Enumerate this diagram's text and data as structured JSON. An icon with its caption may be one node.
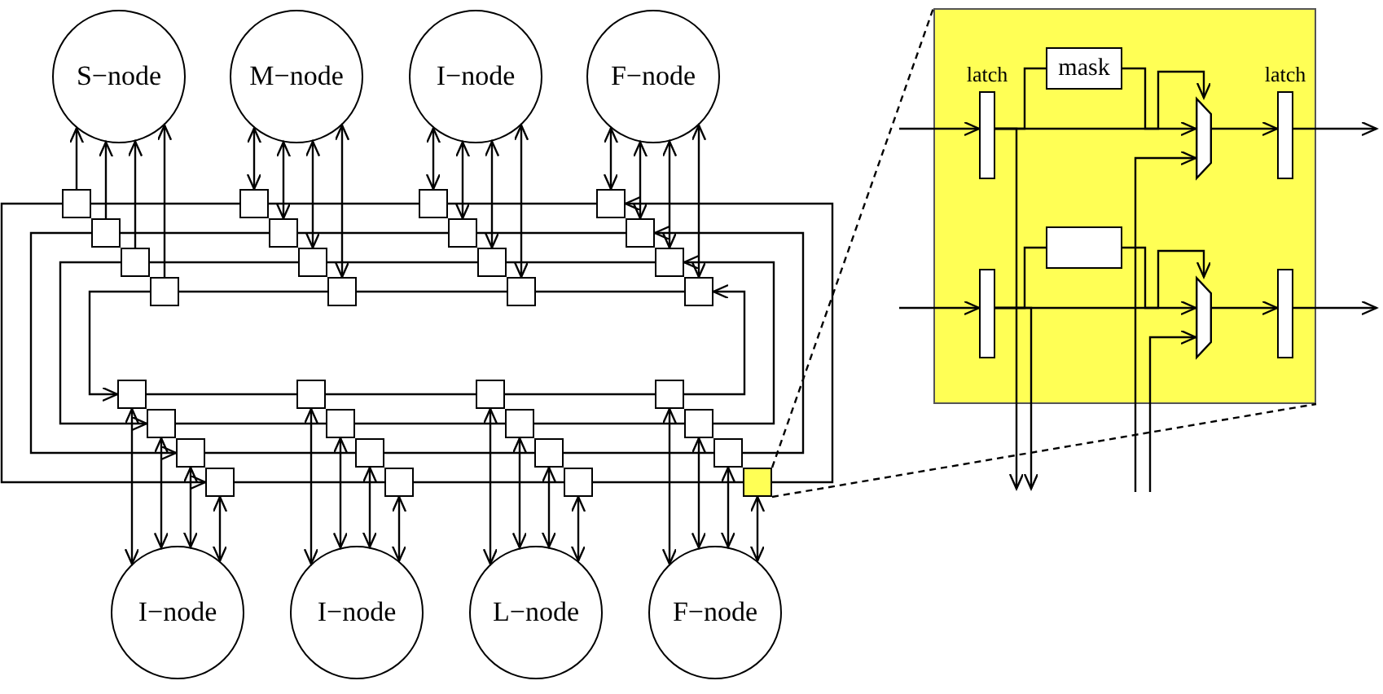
{
  "diagram": {
    "nodes": [
      {
        "text": [
          "S−node"
        ]
      },
      {
        "text": [
          "M−node"
        ]
      },
      {
        "text": [
          "I−node"
        ]
      },
      {
        "text": [
          "F−node"
        ]
      },
      {
        "text": [
          "I−node"
        ]
      },
      {
        "text": [
          "I−node"
        ]
      },
      {
        "text": [
          "L−node"
        ]
      },
      {
        "text": [
          "F−node"
        ]
      },
      {
        "text": [],
        "shape": "box"
      },
      {
        "text": [],
        "shape": "box"
      },
      {
        "text": [],
        "shape": "box"
      },
      {
        "text": [],
        "shape": "box"
      },
      {
        "text": [],
        "shape": "box"
      },
      {
        "text": [],
        "shape": "box"
      },
      {
        "text": [],
        "shape": "box"
      },
      {
        "text": [],
        "shape": "box"
      },
      {
        "text": [],
        "shape": "box"
      },
      {
        "text": [],
        "shape": "box"
      },
      {
        "text": [],
        "shape": "box"
      },
      {
        "text": [],
        "shape": "box"
      },
      {
        "text": [],
        "shape": "box"
      },
      {
        "text": [],
        "shape": "box"
      },
      {
        "text": [],
        "shape": "box"
      },
      {
        "text": [],
        "shape": "box"
      },
      {
        "text": [],
        "shape": "box"
      },
      {
        "text": [],
        "shape": "box"
      },
      {
        "text": [],
        "shape": "box"
      },
      {
        "text": [],
        "shape": "box"
      },
      {
        "text": [],
        "shape": "box"
      },
      {
        "text": [],
        "shape": "box"
      },
      {
        "text": [],
        "shape": "box"
      },
      {
        "text": [],
        "shape": "box"
      },
      {
        "text": [],
        "shape": "box"
      },
      {
        "text": [],
        "shape": "box"
      },
      {
        "text": [],
        "shape": "box"
      },
      {
        "text": [],
        "shape": "box"
      },
      {
        "text": [],
        "shape": "box"
      },
      {
        "text": [],
        "shape": "box"
      },
      {
        "text": [],
        "shape": "box"
      },
      {
        "text": [],
        "shape": "box"
      },
      {
        "text": [],
        "shape": "box"
      },
      {
        "text": [],
        "shape": "bar",
        "in": 40,
        "beside": [
          "latch"
        ]
      },
      {
        "text": [
          "mask"
        ],
        "in": 40
      },
      {
        "text": [],
        "shape": "trapezoid",
        "in": 40
      },
      {
        "text": [],
        "shape": "bar",
        "in": 40,
        "beside": [
          "latch"
        ]
      },
      {
        "text": [],
        "shape": "bar",
        "in": 40
      },
      {
        "text": [],
        "shape": "box",
        "in": 40
      },
      {
        "text": [],
        "shape": "trapezoid",
        "in": 40
      },
      {
        "text": [],
        "shape": "bar",
        "in": 40
      }
    ],
    "edges": [
      {
        "from": 8,
        "to": 0,
        "arrow": "to"
      },
      {
        "from": 9,
        "to": 0,
        "arrow": "to"
      },
      {
        "from": 10,
        "to": 0,
        "arrow": "to"
      },
      {
        "from": 11,
        "to": 0,
        "arrow": "to"
      },
      {
        "from": 12,
        "to": 1,
        "arrow": "both"
      },
      {
        "from": 13,
        "to": 1,
        "arrow": "both"
      },
      {
        "from": 14,
        "to": 1,
        "arrow": "both"
      },
      {
        "from": 15,
        "to": 1,
        "arrow": "both"
      },
      {
        "from": 16,
        "to": 2,
        "arrow": "both"
      },
      {
        "from": 17,
        "to": 2,
        "arrow": "both"
      },
      {
        "from": 18,
        "to": 2,
        "arrow": "both"
      },
      {
        "from": 19,
        "to": 2,
        "arrow": "both"
      },
      {
        "from": 20,
        "to": 3,
        "arrow": "both"
      },
      {
        "from": 21,
        "to": 3,
        "arrow": "both"
      },
      {
        "from": 22,
        "to": 3,
        "arrow": "both"
      },
      {
        "from": 23,
        "to": 3,
        "arrow": "both"
      },
      {
        "from": 24,
        "to": 4,
        "arrow": "both"
      },
      {
        "from": 25,
        "to": 4,
        "arrow": "both"
      },
      {
        "from": 26,
        "to": 4,
        "arrow": "both"
      },
      {
        "from": 27,
        "to": 4,
        "arrow": "both"
      },
      {
        "from": 28,
        "to": 5,
        "arrow": "both"
      },
      {
        "from": 29,
        "to": 5,
        "arrow": "both"
      },
      {
        "from": 30,
        "to": 5,
        "arrow": "both"
      },
      {
        "from": 31,
        "to": 5,
        "arrow": "both"
      },
      {
        "from": 32,
        "to": 6,
        "arrow": "both"
      },
      {
        "from": 33,
        "to": 6,
        "arrow": "both"
      },
      {
        "from": 34,
        "to": 6,
        "arrow": "both"
      },
      {
        "from": 35,
        "to": 6,
        "arrow": "both"
      },
      {
        "from": 36,
        "to": 7,
        "arrow": "both"
      },
      {
        "from": 37,
        "to": 7,
        "arrow": "both"
      },
      {
        "from": 38,
        "to": 7,
        "arrow": "both"
      },
      {
        "from": 39,
        "to": 7,
        "arrow": "both"
      },
      {
        "from": 20,
        "to": 16,
        "arrow": "none"
      },
      {
        "from": 16,
        "to": 12,
        "arrow": "none"
      },
      {
        "from": 12,
        "to": 8,
        "arrow": "none"
      },
      {
        "from": 8,
        "to": 27,
        "arrow": "to"
      },
      {
        "from": 27,
        "to": 31,
        "arrow": "none"
      },
      {
        "from": 31,
        "to": 35,
        "arrow": "none"
      },
      {
        "from": 35,
        "to": 39,
        "arrow": "none"
      },
      {
        "from": 39,
        "to": 20,
        "arrow": "to"
      },
      {
        "from": 21,
        "to": 17,
        "arrow": "none"
      },
      {
        "from": 17,
        "to": 13,
        "arrow": "none"
      },
      {
        "from": 13,
        "to": 9,
        "arrow": "none"
      },
      {
        "from": 9,
        "to": 26,
        "arrow": "to"
      },
      {
        "from": 26,
        "to": 30,
        "arrow": "none"
      },
      {
        "from": 30,
        "to": 34,
        "arrow": "none"
      },
      {
        "from": 34,
        "to": 38,
        "arrow": "none"
      },
      {
        "from": 38,
        "to": 21,
        "arrow": "to"
      },
      {
        "from": 22,
        "to": 18,
        "arrow": "none"
      },
      {
        "from": 18,
        "to": 14,
        "arrow": "none"
      },
      {
        "from": 14,
        "to": 10,
        "arrow": "none"
      },
      {
        "from": 10,
        "to": 25,
        "arrow": "to"
      },
      {
        "from": 25,
        "to": 29,
        "arrow": "none"
      },
      {
        "from": 29,
        "to": 33,
        "arrow": "none"
      },
      {
        "from": 33,
        "to": 37,
        "arrow": "none"
      },
      {
        "from": 37,
        "to": 22,
        "arrow": "to"
      },
      {
        "from": 23,
        "to": 19,
        "arrow": "none"
      },
      {
        "from": 19,
        "to": 15,
        "arrow": "none"
      },
      {
        "from": 15,
        "to": 11,
        "arrow": "none"
      },
      {
        "from": 11,
        "to": 24,
        "arrow": "to"
      },
      {
        "from": 24,
        "to": 28,
        "arrow": "none"
      },
      {
        "from": 28,
        "to": 32,
        "arrow": "none"
      },
      {
        "from": 32,
        "to": 36,
        "arrow": "none"
      },
      {
        "from": 36,
        "to": 23,
        "arrow": "to"
      },
      {
        "from": 39,
        "to": 40,
        "arrow": "none",
        "style": "dashed"
      },
      {
        "from": 39,
        "to": 40,
        "arrow": "none",
        "style": "dashed"
      },
      {
        "from": null,
        "to": 41,
        "arrow": "to"
      },
      {
        "from": 41,
        "to": 43,
        "arrow": "to"
      },
      {
        "from": 41,
        "to": 42,
        "arrow": "none"
      },
      {
        "from": 42,
        "to": 43,
        "arrow": "to"
      },
      {
        "from": null,
        "to": 43,
        "arrow": "to"
      },
      {
        "from": 41,
        "to": null,
        "arrow": "to"
      },
      {
        "from": 43,
        "to": 44,
        "arrow": "to"
      },
      {
        "from": 44,
        "to": null,
        "arrow": "to"
      },
      {
        "from": null,
        "to": 45,
        "arrow": "to"
      },
      {
        "from": 45,
        "to": 47,
        "arrow": "to"
      },
      {
        "from": 45,
        "to": 46,
        "arrow": "none"
      },
      {
        "from": 46,
        "to": 47,
        "arrow": "to"
      },
      {
        "from": null,
        "to": 47,
        "arrow": "to"
      },
      {
        "from": 45,
        "to": null,
        "arrow": "to"
      },
      {
        "from": 47,
        "to": 48,
        "arrow": "to"
      },
      {
        "from": 48,
        "to": null,
        "arrow": "to"
      }
    ]
  }
}
